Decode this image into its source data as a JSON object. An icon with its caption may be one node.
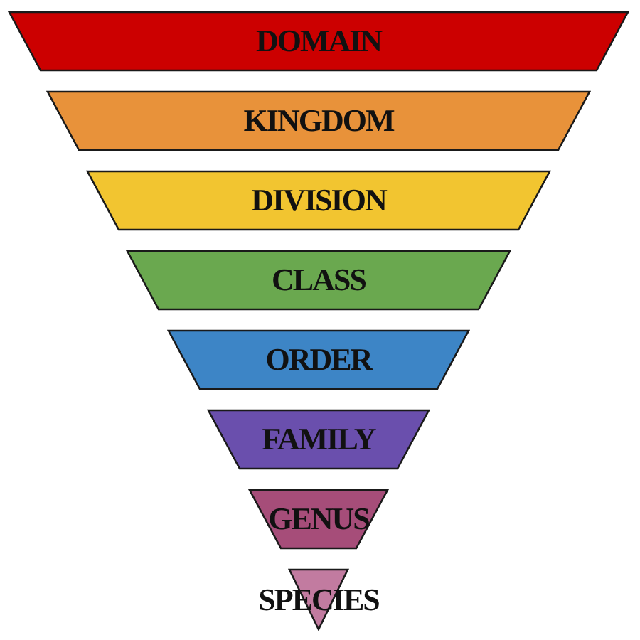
{
  "diagram": {
    "nodes": [
      {
        "text": [
          "DOMAIN"
        ]
      },
      {
        "text": [
          "KINGDOM"
        ]
      },
      {
        "text": [
          "DIVISION"
        ]
      },
      {
        "text": [
          "CLASS"
        ]
      },
      {
        "text": [
          "ORDER"
        ]
      },
      {
        "text": [
          "FAMILY"
        ]
      },
      {
        "text": [
          "GENUS"
        ]
      },
      {
        "text": [
          "SPECIES"
        ]
      }
    ]
  }
}
